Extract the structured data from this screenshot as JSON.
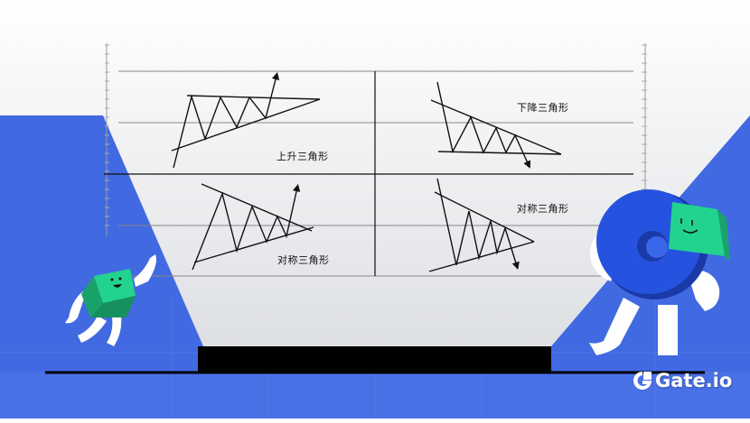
{
  "colors": {
    "background_top": "#ffffff",
    "background_bottom": "#d8dbe0",
    "blue": "#4169e1",
    "stage_black": "#000000",
    "mascot_green": "#22d38f",
    "mascot_blue": "#2652e0"
  },
  "panels": [
    {
      "id": "ascending",
      "label": "上升三角形"
    },
    {
      "id": "descending",
      "label": "下降三角形"
    },
    {
      "id": "symmetric_left",
      "label": "对称三角形"
    },
    {
      "id": "symmetric_right",
      "label": "对称三角形"
    }
  ],
  "brand": {
    "name": "Gate.io",
    "icon": "gate-logo-icon"
  }
}
